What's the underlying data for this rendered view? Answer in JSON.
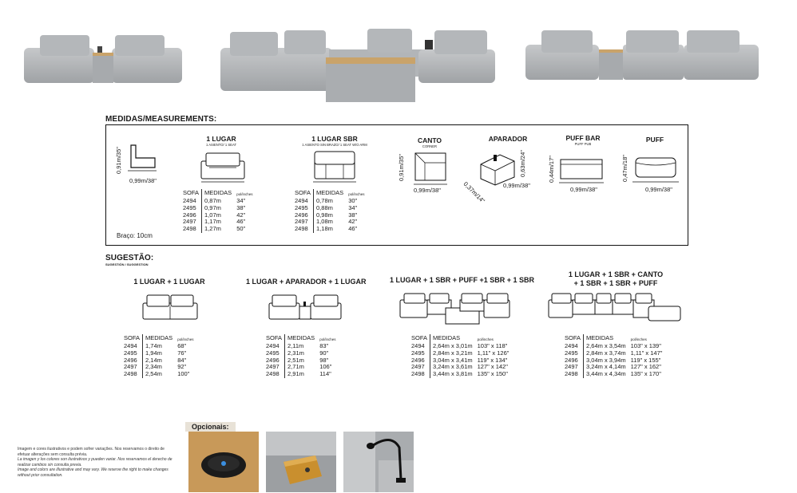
{
  "colors": {
    "sofa": "#b9bcbf",
    "sofa_dark": "#9a9da0",
    "wood": "#c9a36a",
    "frame": "#111111"
  },
  "measurements": {
    "title": "MEDIDAS/MEASUREMENTS:",
    "side": {
      "height": "0,91m/35\"",
      "depth": "0,99m/38\""
    },
    "products": {
      "one_seat": {
        "title": "1 LUGAR",
        "subtitle": "1 ASIENTO/ 1 SEAT"
      },
      "one_seat_sbr": {
        "title": "1 LUGAR SBR",
        "subtitle": "1 ASIENTO SIN BRAZO/ 1 SEAT W/O ARM"
      },
      "canto": {
        "title": "CANTO",
        "subtitle": "CORNER",
        "height": "0,91m/35\"",
        "width": "0,99m/38\""
      },
      "aparador": {
        "title": "APARADOR",
        "height": "0,63m/24\"",
        "depth": "0,37m/14\"",
        "width": "0,99m/38\""
      },
      "puff_bar": {
        "title": "PUFF BAR",
        "subtitle": "PUFF PUB",
        "height": "0,44m/17\"",
        "width": "0,99m/38\""
      },
      "puff": {
        "title": "PUFF",
        "height": "0,47m/18\"",
        "width": "0,99m/38\""
      }
    },
    "table_headers": {
      "sofa": "SOFA",
      "medidas": "MEDIDAS",
      "pol": "pol/inches"
    },
    "one_seat_rows": [
      [
        "2494",
        "0,87m",
        "34\""
      ],
      [
        "2495",
        "0,97m",
        "38\""
      ],
      [
        "2496",
        "1,07m",
        "42\""
      ],
      [
        "2497",
        "1,17m",
        "46\""
      ],
      [
        "2498",
        "1,27m",
        "50\""
      ]
    ],
    "one_seat_sbr_rows": [
      [
        "2494",
        "0,78m",
        "30\""
      ],
      [
        "2495",
        "0,88m",
        "34\""
      ],
      [
        "2496",
        "0,98m",
        "38\""
      ],
      [
        "2497",
        "1,08m",
        "42\""
      ],
      [
        "2498",
        "1,18m",
        "46\""
      ]
    ],
    "arm_note": "Braço: 10cm"
  },
  "suggestion": {
    "title": "SUGESTÃO:",
    "subtitle": "SUGESTIÓN / SUGGESTION",
    "headers": {
      "sofa": "SOFA",
      "medidas": "MEDIDAS",
      "pol": "pol/inches"
    },
    "combos": [
      {
        "title": "1 LUGAR + 1 LUGAR",
        "rows": [
          [
            "2494",
            "1,74m",
            "68\""
          ],
          [
            "2495",
            "1,94m",
            "76\""
          ],
          [
            "2496",
            "2,14m",
            "84\""
          ],
          [
            "2497",
            "2,34m",
            "92\""
          ],
          [
            "2498",
            "2,54m",
            "100\""
          ]
        ]
      },
      {
        "title": "1 LUGAR + APARADOR + 1 LUGAR",
        "rows": [
          [
            "2494",
            "2,11m",
            "83\""
          ],
          [
            "2495",
            "2,31m",
            "90\""
          ],
          [
            "2496",
            "2,51m",
            "98\""
          ],
          [
            "2497",
            "2,71m",
            "106\""
          ],
          [
            "2498",
            "2,91m",
            "114\""
          ]
        ]
      },
      {
        "title": "1 LUGAR + 1 SBR + PUFF +1 SBR + 1 SBR",
        "rows": [
          [
            "2494",
            "2,64m x 3,01m",
            "103\" x 118\""
          ],
          [
            "2495",
            "2,84m x 3,21m",
            "1,11\" x 126\""
          ],
          [
            "2496",
            "3,04m x 3,41m",
            "119\" x 134\""
          ],
          [
            "2497",
            "3,24m x 3,61m",
            "127\" x 142\""
          ],
          [
            "2498",
            "3,44m x 3,81m",
            "135\" x 150\""
          ]
        ]
      },
      {
        "title_line1": "1 LUGAR + 1 SBR + CANTO",
        "title_line2": "+ 1 SBR + 1 SBR + PUFF",
        "rows": [
          [
            "2494",
            "2,64m x 3,54m",
            "103\" x 139\""
          ],
          [
            "2495",
            "2,84m x 3,74m",
            "1,11\" x 147\""
          ],
          [
            "2496",
            "3,04m x 3,94m",
            "119\" x 155\""
          ],
          [
            "2497",
            "3,24m x 4,14m",
            "127\" x 162\""
          ],
          [
            "2498",
            "3,44m x 4,34m",
            "135\" x 170\""
          ]
        ]
      }
    ]
  },
  "disclaimer": {
    "pt": "Imagem e cores ilustrativos e podem sofrer variações. Nos reservamos o direito de efetuar alterações sem consulta prévia.",
    "es": "La imagen y los colores son ilustrativos y pueden variar. Nos reservamos el derecho de realizar cambios sin consulta previa.",
    "en": "Image and colors are illustrative and may vary. We reserve the right to make changes without prior consultation."
  },
  "optionals": {
    "title": "Opcionais:"
  }
}
